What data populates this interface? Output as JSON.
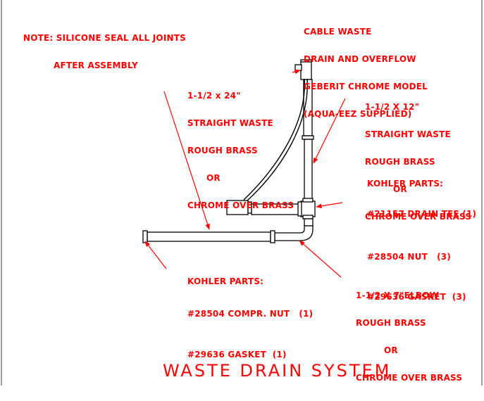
{
  "colors": {
    "annotation": "#ff0000",
    "linework": "#000000",
    "frame": "#808080",
    "background": "#ffffff"
  },
  "note": {
    "line1": "NOTE: SILICONE SEAL ALL JOINTS",
    "line2": "AFTER ASSEMBLY"
  },
  "cable_waste": {
    "line1": "CABLE WASTE",
    "line2": "DRAIN AND OVERFLOW",
    "line3": "GEBERIT CHROME MODEL",
    "line4": "(AQUA-EEZ SUPPLIED)"
  },
  "straight_24": {
    "line1": "1-1/2 x 24\"",
    "line2": "STRAIGHT WASTE",
    "line3": "ROUGH BRASS",
    "line4": "OR",
    "line5": "CHROME OVER BRASS"
  },
  "straight_12": {
    "line1": "1-1/2 X 12\"",
    "line2": "STRAIGHT WASTE",
    "line3": "ROUGH BRASS",
    "line4": "OR",
    "line5": "CHROME OVER BRASS"
  },
  "kohler_right": {
    "heading": "KOHLER PARTS:",
    "part1": "#21157 DRAIN TEE (1)",
    "part2": "#28504 NUT   (3)",
    "part3": "#29636 GASKET  (3)"
  },
  "kohler_left": {
    "heading": "KOHLER PARTS:",
    "part1": "#28504 COMPR. NUT   (1)",
    "part2": "#29636 GASKET  (1)"
  },
  "elbow": {
    "line1": "1-1/2 X 7\"ELBOW",
    "line2": "ROUGH BRASS",
    "line3": "OR",
    "line4": "CHROME OVER BRASS"
  },
  "title": "WASTE DRAIN SYSTEM"
}
